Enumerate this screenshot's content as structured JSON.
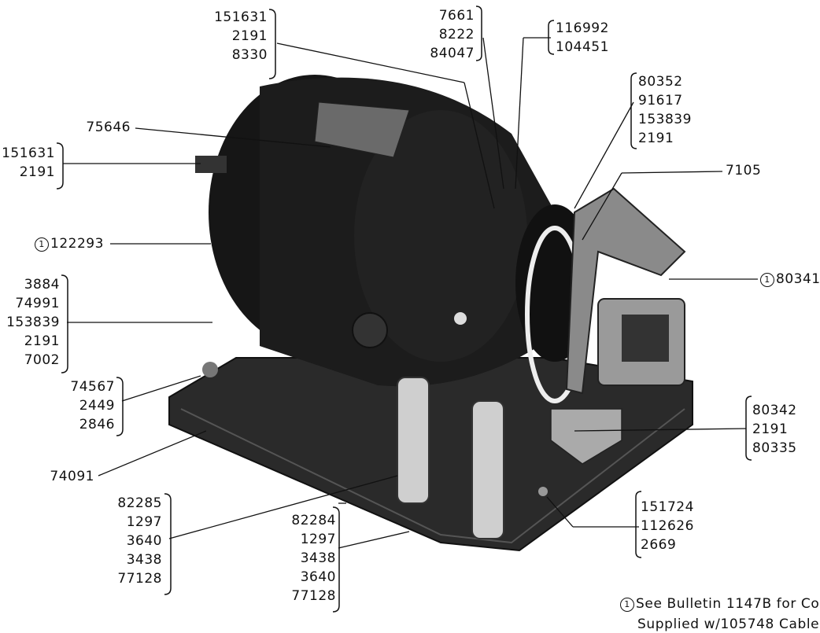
{
  "callouts": {
    "c151631_2191_8330": [
      "151631",
      "2191",
      "8330"
    ],
    "c7661": [
      "7661",
      "8222",
      "84047"
    ],
    "c116992": [
      "116992",
      "104451"
    ],
    "c80352": [
      "80352",
      "91617",
      "153839",
      "2191"
    ],
    "c75646": [
      "75646"
    ],
    "c7105": [
      "7105"
    ],
    "c151631_2191": [
      "151631",
      "2191"
    ],
    "c122293": [
      "122293"
    ],
    "c80341": [
      "80341"
    ],
    "c3884": [
      "3884",
      "74991",
      "153839",
      "2191",
      "7002"
    ],
    "c74567": [
      "74567",
      "2449",
      "2846"
    ],
    "c80342": [
      "80342",
      "2191",
      "80335"
    ],
    "c74091": [
      "74091"
    ],
    "c82285": [
      "82285",
      "1297",
      "3640",
      "3438",
      "77128"
    ],
    "c82284": [
      "82284",
      "1297",
      "3438",
      "3640",
      "77128"
    ],
    "c151724": [
      "151724",
      "112626",
      "2669"
    ]
  },
  "marker": "1",
  "footnote": {
    "line1": "See Bulletin 1147B for Co",
    "line2": "Supplied w/105748 Cable"
  }
}
